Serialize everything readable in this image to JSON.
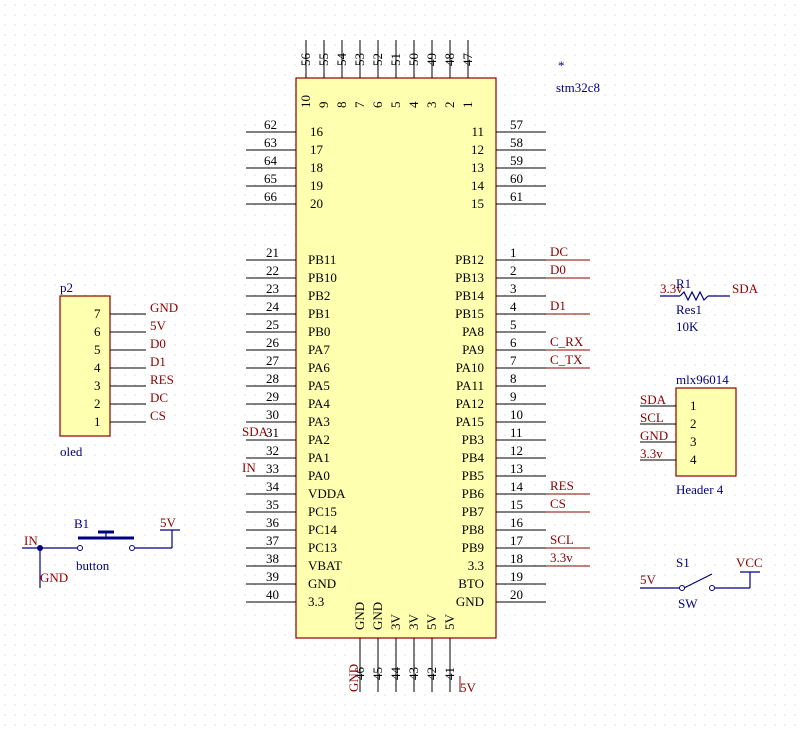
{
  "mcu": {
    "designator": "*",
    "comment": "stm32c8",
    "top_pins": [
      {
        "num": "56",
        "name": "10"
      },
      {
        "num": "55",
        "name": "9"
      },
      {
        "num": "54",
        "name": "8"
      },
      {
        "num": "53",
        "name": "7"
      },
      {
        "num": "52",
        "name": "6"
      },
      {
        "num": "51",
        "name": "5"
      },
      {
        "num": "50",
        "name": "4"
      },
      {
        "num": "49",
        "name": "3"
      },
      {
        "num": "48",
        "name": "2"
      },
      {
        "num": "47",
        "name": "1"
      }
    ],
    "left_pins_upper": [
      {
        "num": "62",
        "name": "16"
      },
      {
        "num": "63",
        "name": "17"
      },
      {
        "num": "64",
        "name": "18"
      },
      {
        "num": "65",
        "name": "19"
      },
      {
        "num": "66",
        "name": "20"
      }
    ],
    "right_pins_upper": [
      {
        "num": "57",
        "name": "11"
      },
      {
        "num": "58",
        "name": "12"
      },
      {
        "num": "59",
        "name": "13"
      },
      {
        "num": "60",
        "name": "14"
      },
      {
        "num": "61",
        "name": "15"
      }
    ],
    "left_pins": [
      {
        "num": "21",
        "name": "PB11",
        "net": ""
      },
      {
        "num": "22",
        "name": "PB10",
        "net": ""
      },
      {
        "num": "23",
        "name": "PB2",
        "net": ""
      },
      {
        "num": "24",
        "name": "PB1",
        "net": ""
      },
      {
        "num": "25",
        "name": "PB0",
        "net": ""
      },
      {
        "num": "26",
        "name": "PA7",
        "net": ""
      },
      {
        "num": "27",
        "name": "PA6",
        "net": ""
      },
      {
        "num": "28",
        "name": "PA5",
        "net": ""
      },
      {
        "num": "29",
        "name": "PA4",
        "net": ""
      },
      {
        "num": "30",
        "name": "PA3",
        "net": ""
      },
      {
        "num": "31",
        "name": "PA2",
        "net": "SDA"
      },
      {
        "num": "32",
        "name": "PA1",
        "net": ""
      },
      {
        "num": "33",
        "name": "PA0",
        "net": "IN"
      },
      {
        "num": "34",
        "name": "VDDA",
        "net": ""
      },
      {
        "num": "35",
        "name": "PC15",
        "net": ""
      },
      {
        "num": "36",
        "name": "PC14",
        "net": ""
      },
      {
        "num": "37",
        "name": "PC13",
        "net": ""
      },
      {
        "num": "38",
        "name": "VBAT",
        "net": ""
      },
      {
        "num": "39",
        "name": "GND",
        "net": ""
      },
      {
        "num": "40",
        "name": "3.3",
        "net": ""
      }
    ],
    "right_pins": [
      {
        "num": "1",
        "name": "PB12",
        "net": "DC"
      },
      {
        "num": "2",
        "name": "PB13",
        "net": "D0"
      },
      {
        "num": "3",
        "name": "PB14",
        "net": ""
      },
      {
        "num": "4",
        "name": "PB15",
        "net": "D1"
      },
      {
        "num": "5",
        "name": "PA8",
        "net": ""
      },
      {
        "num": "6",
        "name": "PA9",
        "net": "C_RX"
      },
      {
        "num": "7",
        "name": "PA10",
        "net": "C_TX"
      },
      {
        "num": "8",
        "name": "PA11",
        "net": ""
      },
      {
        "num": "9",
        "name": "PA12",
        "net": ""
      },
      {
        "num": "10",
        "name": "PA15",
        "net": ""
      },
      {
        "num": "11",
        "name": "PB3",
        "net": ""
      },
      {
        "num": "12",
        "name": "PB4",
        "net": ""
      },
      {
        "num": "13",
        "name": "PB5",
        "net": ""
      },
      {
        "num": "14",
        "name": "PB6",
        "net": "RES"
      },
      {
        "num": "15",
        "name": "PB7",
        "net": "CS"
      },
      {
        "num": "16",
        "name": "PB8",
        "net": ""
      },
      {
        "num": "17",
        "name": "PB9",
        "net": "SCL"
      },
      {
        "num": "18",
        "name": "3.3",
        "net": "3.3v"
      },
      {
        "num": "19",
        "name": "BTO",
        "net": ""
      },
      {
        "num": "20",
        "name": "GND",
        "net": ""
      }
    ],
    "bottom_pins": [
      {
        "num": "46",
        "name": "GND"
      },
      {
        "num": "45",
        "name": "GND"
      },
      {
        "num": "44",
        "name": "3V"
      },
      {
        "num": "43",
        "name": "3V"
      },
      {
        "num": "42",
        "name": "5V"
      },
      {
        "num": "41",
        "name": "5V"
      }
    ],
    "bottom_nets": {
      "gnd": "GND",
      "v5": "5V"
    }
  },
  "oled": {
    "designator": "p2",
    "comment": "oled",
    "pins": [
      {
        "num": "7",
        "net": "GND"
      },
      {
        "num": "6",
        "net": "5V"
      },
      {
        "num": "5",
        "net": "D0"
      },
      {
        "num": "4",
        "net": "D1"
      },
      {
        "num": "3",
        "net": "RES"
      },
      {
        "num": "2",
        "net": "DC"
      },
      {
        "num": "1",
        "net": "CS"
      }
    ]
  },
  "resistor": {
    "designator": "R1",
    "comment": "Res1",
    "value": "10K",
    "net_left": "3.3v",
    "net_right": "SDA"
  },
  "sensor": {
    "designator": "mlx96014",
    "comment": "Header 4",
    "pins": [
      {
        "num": "1",
        "net": "SDA"
      },
      {
        "num": "2",
        "net": "SCL"
      },
      {
        "num": "3",
        "net": "GND"
      },
      {
        "num": "4",
        "net": "3.3v"
      }
    ]
  },
  "button": {
    "designator": "B1",
    "comment": "button",
    "net_left": "IN",
    "net_right": "5V",
    "net_gnd": "GND"
  },
  "switch": {
    "designator": "S1",
    "comment": "SW",
    "net_left": "5V",
    "net_right": "VCC"
  }
}
